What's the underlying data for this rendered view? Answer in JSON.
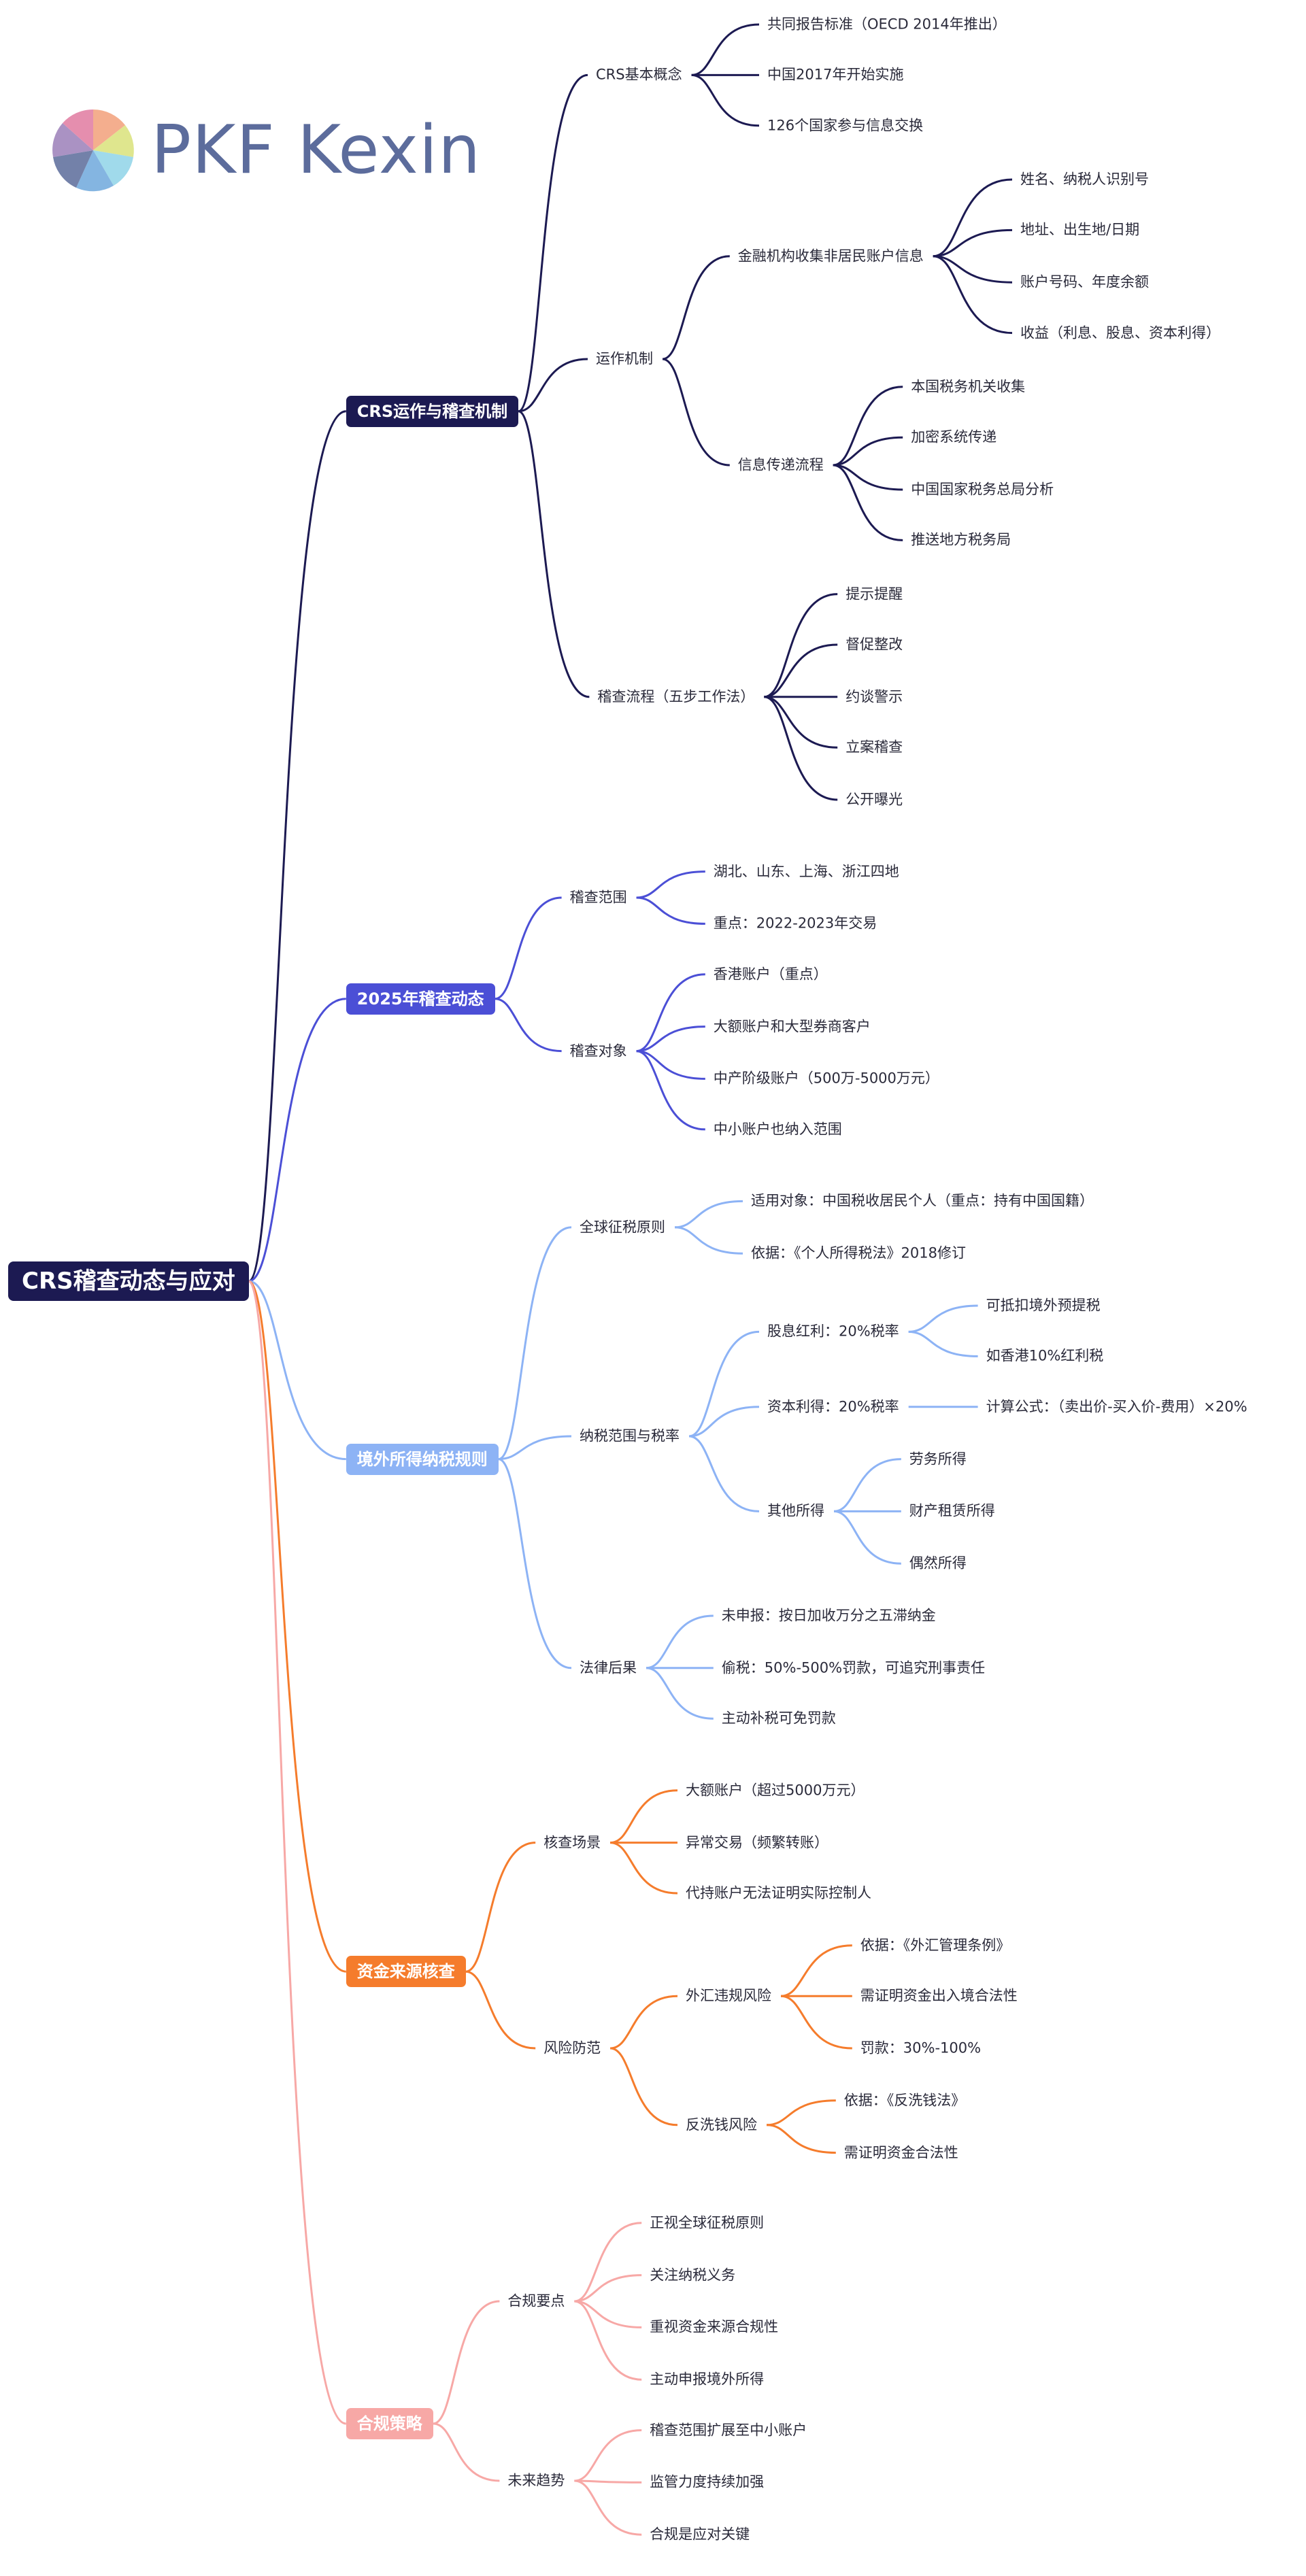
{
  "logo": {
    "text": "PKF Kexin"
  },
  "root": {
    "label": "CRS稽查动态与应对"
  },
  "branches": [
    {
      "label": "CRS运作与稽查机制",
      "color": "#1c1a52",
      "children": [
        {
          "label": "CRS基本概念",
          "children": [
            {
              "label": "共同报告标准（OECD 2014年推出）"
            },
            {
              "label": "中国2017年开始实施"
            },
            {
              "label": "126个国家参与信息交换"
            }
          ]
        },
        {
          "label": "运作机制",
          "children": [
            {
              "label": "金融机构收集非居民账户信息",
              "children": [
                {
                  "label": "姓名、纳税人识别号"
                },
                {
                  "label": "地址、出生地/日期"
                },
                {
                  "label": "账户号码、年度余额"
                },
                {
                  "label": "收益（利息、股息、资本利得）"
                }
              ]
            },
            {
              "label": "信息传递流程",
              "children": [
                {
                  "label": "本国税务机关收集"
                },
                {
                  "label": "加密系统传递"
                },
                {
                  "label": "中国国家税务总局分析"
                },
                {
                  "label": "推送地方税务局"
                }
              ]
            }
          ]
        },
        {
          "label": "稽查流程（五步工作法）",
          "children": [
            {
              "label": "提示提醒"
            },
            {
              "label": "督促整改"
            },
            {
              "label": "约谈警示"
            },
            {
              "label": "立案稽查"
            },
            {
              "label": "公开曝光"
            }
          ]
        }
      ]
    },
    {
      "label": "2025年稽查动态",
      "color": "#4b4fd6",
      "children": [
        {
          "label": "稽查范围",
          "children": [
            {
              "label": "湖北、山东、上海、浙江四地"
            },
            {
              "label": "重点：2022-2023年交易"
            }
          ]
        },
        {
          "label": "稽查对象",
          "children": [
            {
              "label": "香港账户（重点）"
            },
            {
              "label": "大额账户和大型券商客户"
            },
            {
              "label": "中产阶级账户（500万-5000万元）"
            },
            {
              "label": "中小账户也纳入范围"
            }
          ]
        }
      ]
    },
    {
      "label": "境外所得纳税规则",
      "color": "#8db3f5",
      "children": [
        {
          "label": "全球征税原则",
          "children": [
            {
              "label": "适用对象：中国税收居民个人（重点：持有中国国籍）"
            },
            {
              "label": "依据：《个人所得税法》2018修订"
            }
          ]
        },
        {
          "label": "纳税范围与税率",
          "children": [
            {
              "label": "股息红利：20%税率",
              "children": [
                {
                  "label": "可抵扣境外预提税"
                },
                {
                  "label": "如香港10%红利税"
                }
              ]
            },
            {
              "label": "资本利得：20%税率",
              "children": [
                {
                  "label": "计算公式：（卖出价-买入价-费用）×20%"
                }
              ]
            },
            {
              "label": "其他所得",
              "children": [
                {
                  "label": "劳务所得"
                },
                {
                  "label": "财产租赁所得"
                },
                {
                  "label": "偶然所得"
                }
              ]
            }
          ]
        },
        {
          "label": "法律后果",
          "children": [
            {
              "label": "未申报：按日加收万分之五滞纳金"
            },
            {
              "label": "偷税：50%-500%罚款，可追究刑事责任"
            },
            {
              "label": "主动补税可免罚款"
            }
          ]
        }
      ]
    },
    {
      "label": "资金来源核查",
      "color": "#f57c2c",
      "children": [
        {
          "label": "核查场景",
          "children": [
            {
              "label": "大额账户（超过5000万元）"
            },
            {
              "label": "异常交易（频繁转账）"
            },
            {
              "label": "代持账户无法证明实际控制人"
            }
          ]
        },
        {
          "label": "风险防范",
          "children": [
            {
              "label": "外汇违规风险",
              "children": [
                {
                  "label": "依据：《外汇管理条例》"
                },
                {
                  "label": "需证明资金出入境合法性"
                },
                {
                  "label": "罚款：30%-100%"
                }
              ]
            },
            {
              "label": "反洗钱风险",
              "children": [
                {
                  "label": "依据：《反洗钱法》"
                },
                {
                  "label": "需证明资金合法性"
                }
              ]
            }
          ]
        }
      ]
    },
    {
      "label": "合规策略",
      "color": "#f7a8a6",
      "children": [
        {
          "label": "合规要点",
          "children": [
            {
              "label": "正视全球征税原则"
            },
            {
              "label": "关注纳税义务"
            },
            {
              "label": "重视资金来源合规性"
            },
            {
              "label": "主动申报境外所得"
            }
          ]
        },
        {
          "label": "未来趋势",
          "children": [
            {
              "label": "稽查范围扩展至中小账户"
            },
            {
              "label": "监管力度持续加强"
            },
            {
              "label": "合规是应对关键"
            }
          ]
        }
      ]
    }
  ]
}
